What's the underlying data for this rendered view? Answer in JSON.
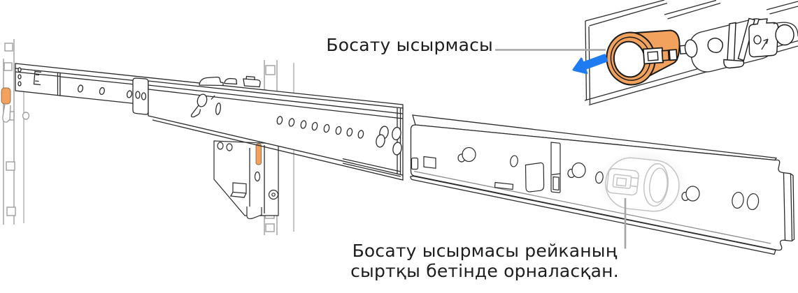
{
  "callouts": {
    "release_latch_label": "Босату ысырмасы",
    "location_caption_line1": "Босату ысырмасы рейканың",
    "location_caption_line2": "сыртқы бетінде орналасқан."
  },
  "colors": {
    "latch_orange": "#F2A25C",
    "arrow_blue": "#1E7BF2",
    "callout_line": "#A6A6A6",
    "highlight_outline": "#C4C4C4",
    "text": "#1D1D1F"
  },
  "icons": {
    "direction_arrow": "left-arrow"
  },
  "illustration": {
    "main_view": "slide-rail-mounted-in-rack",
    "outer_view": "outer-rail-panel",
    "detail_view": "release-latch-closeup",
    "highlight": "release-latch-on-outer-surface"
  }
}
